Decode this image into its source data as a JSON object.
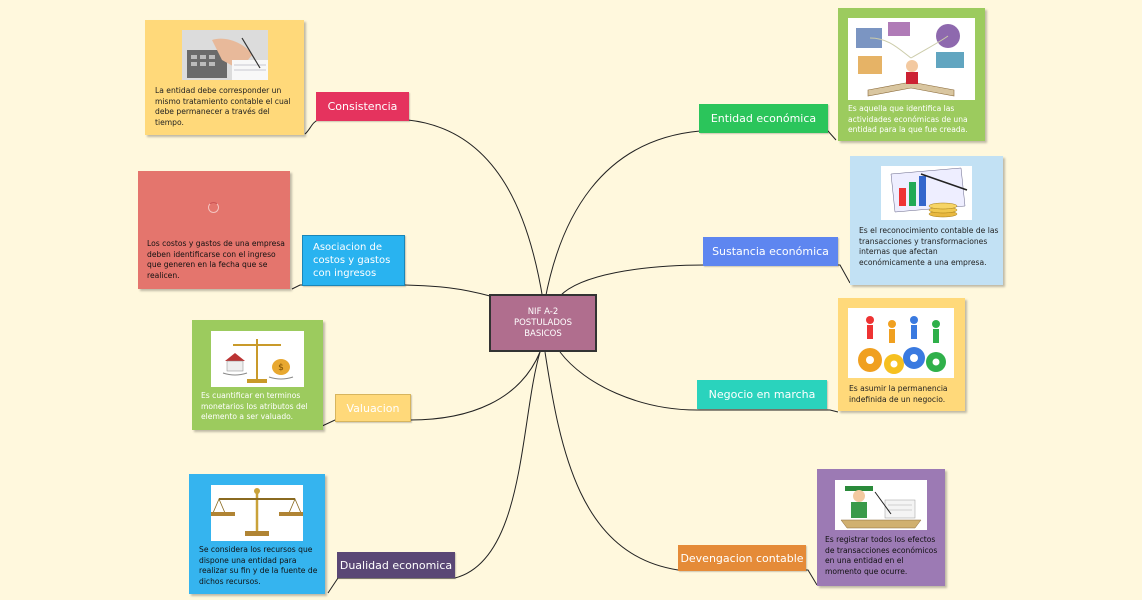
{
  "central": {
    "line1": "NIF A-2",
    "line2": "POSTULADOS",
    "line3": "BASICOS"
  },
  "topics": {
    "consistencia": {
      "label": "Consistencia",
      "color": "#e5335e"
    },
    "asociacion": {
      "label": "Asociacion de costos y gastos con ingresos",
      "color": "#29b3f0"
    },
    "valuacion": {
      "label": "Valuacion",
      "color": "#ffd97a"
    },
    "dualidad": {
      "label": "Dualidad economica",
      "color": "#5a4775"
    },
    "entidad": {
      "label": "Entidad económica",
      "color": "#2bc55b"
    },
    "sustancia": {
      "label": "Sustancia económica",
      "color": "#5e86f0"
    },
    "negocio": {
      "label": "Negocio en marcha",
      "color": "#2ad3bd"
    },
    "devengacion": {
      "label": "Devengacion contable",
      "color": "#e58b38"
    }
  },
  "notes": {
    "consistencia": "La entidad debe corresponder un mismo tratamiento contable el cual debe permanecer a través del tiempo.",
    "asociacion": "Los costos y gastos de una empresa deben identificarse con el ingreso que generen en la fecha que se realicen.",
    "valuacion": "Es cuantificar en terminos monetarios los atributos del elemento a ser valuado.",
    "dualidad": "Se considera los recursos que dispone una entidad para realizar su fin y de la fuente de dichos recursos.",
    "entidad": "Es aquella que identifica las actividades económicas de una entidad para la que fue creada.",
    "sustancia": "Es el reconocimiento contable de las transacciones y transformaciones internas que afectan económicamente a una empresa.",
    "negocio": "Es asumir la permanencia indefinida de un negocio.",
    "devengacion": "Es registrar todos los efectos de transacciones económicos en una entidad en el momento que ocurre."
  },
  "colors": {
    "note_yellow": "#ffd97a",
    "note_red": "#e4756d",
    "note_green": "#9ccb5e",
    "note_blue": "#35b4ef",
    "note_lightblue": "#c2e1f4",
    "note_purple": "#9c7ab4",
    "line": "#222222",
    "background": "#fff8dd"
  }
}
